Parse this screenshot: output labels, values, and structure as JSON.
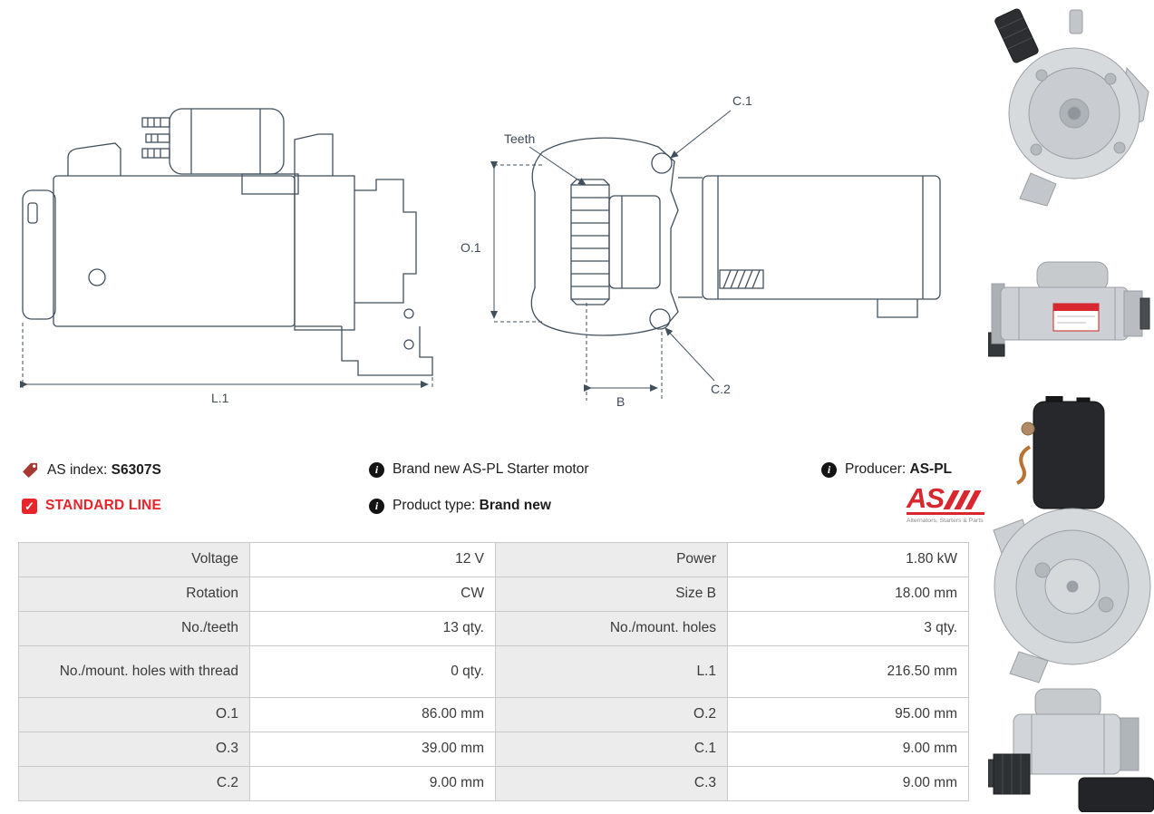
{
  "product": {
    "as_index_label": "AS index:",
    "as_index_value": "S6307S",
    "line_label": "STANDARD LINE",
    "brand_new_text": "Brand new AS-PL Starter motor",
    "product_type_label": "Product type:",
    "product_type_value": "Brand new",
    "producer_label": "Producer:",
    "producer_value": "AS-PL"
  },
  "logo": {
    "text": "AS",
    "tagline": "Alternators, Starters & Parts"
  },
  "diagram": {
    "labels": {
      "l1": "L.1",
      "o1": "O.1",
      "b": "B",
      "c1": "C.1",
      "c2": "C.2",
      "teeth": "Teeth"
    }
  },
  "spec_table": {
    "rows": [
      {
        "label1": "Voltage",
        "value1": "12 V",
        "label2": "Power",
        "value2": "1.80 kW"
      },
      {
        "label1": "Rotation",
        "value1": "CW",
        "label2": "Size B",
        "value2": "18.00 mm"
      },
      {
        "label1": "No./teeth",
        "value1": "13 qty.",
        "label2": "No./mount. holes",
        "value2": "3 qty."
      },
      {
        "label1": "No./mount. holes with thread",
        "value1": "0 qty.",
        "label2": "L.1",
        "value2": "216.50 mm"
      },
      {
        "label1": "O.1",
        "value1": "86.00 mm",
        "label2": "O.2",
        "value2": "95.00 mm"
      },
      {
        "label1": "O.3",
        "value1": "39.00 mm",
        "label2": "C.1",
        "value2": "9.00 mm"
      },
      {
        "label1": "C.2",
        "value1": "9.00 mm",
        "label2": "C.3",
        "value2": "9.00 mm"
      }
    ]
  },
  "colors": {
    "accent_red": "#e8232a",
    "logo_red": "#d8272e",
    "table_label_bg": "#ececec",
    "table_border": "#c9c9c9",
    "drawing_line": "#42505e"
  }
}
